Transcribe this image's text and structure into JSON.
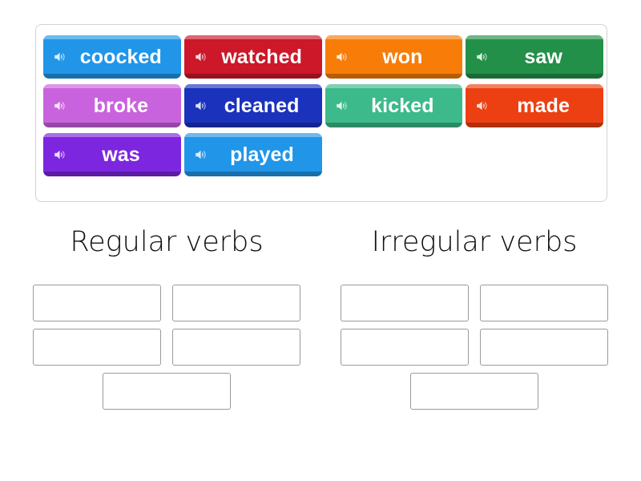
{
  "word_bank": {
    "name": "word-bank",
    "rows": [
      [
        {
          "label": "coocked",
          "color": "#2196e8",
          "icon": "speaker-icon"
        },
        {
          "label": "watched",
          "color": "#cc1829",
          "icon": "speaker-icon"
        },
        {
          "label": "won",
          "color": "#f77d08",
          "icon": "speaker-icon"
        },
        {
          "label": "saw",
          "color": "#229048",
          "icon": "speaker-icon"
        }
      ],
      [
        {
          "label": "broke",
          "color": "#c963dd",
          "icon": "speaker-icon"
        },
        {
          "label": "cleaned",
          "color": "#1b32bd",
          "icon": "speaker-icon"
        },
        {
          "label": "kicked",
          "color": "#3dba8b",
          "icon": "speaker-icon"
        },
        {
          "label": "made",
          "color": "#ec4013",
          "icon": "speaker-icon"
        }
      ],
      [
        {
          "label": "was",
          "color": "#7d26e0",
          "icon": "speaker-icon"
        },
        {
          "label": "played",
          "color": "#2196e8",
          "icon": "speaker-icon"
        }
      ]
    ]
  },
  "groups": [
    {
      "title": "Regular verbs",
      "slot_count": 5
    },
    {
      "title": "Irregular verbs",
      "slot_count": 5
    }
  ],
  "colors": {
    "tile_text": "#ffffff",
    "slot_border": "#9a9a9a",
    "bank_border": "#d2d2d2",
    "heading_text": "#121212",
    "background": "#ffffff"
  }
}
